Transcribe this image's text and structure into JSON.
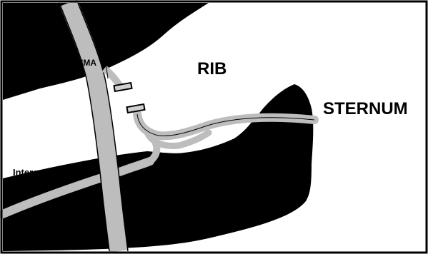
{
  "labels": {
    "rib": "RIB",
    "sternum": "STERNUM",
    "ima": "IMA",
    "intercostal": "Intercostal a."
  },
  "colors": {
    "tissue": "#000000",
    "vessel": "#bdbdbd",
    "clip": "#d0d0d0",
    "background": "#ffffff",
    "frame": "#000000"
  }
}
